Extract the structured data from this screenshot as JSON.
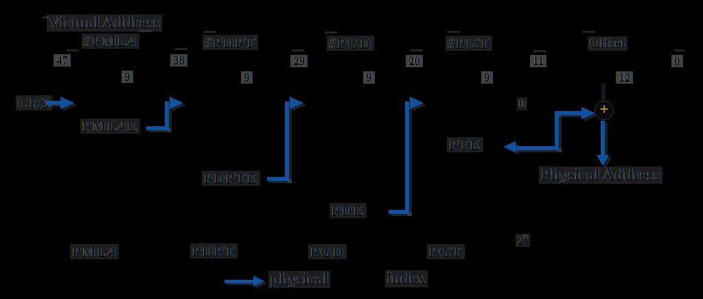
{
  "title": "Virtual Address",
  "va_fields": [
    {
      "label": "#PML4",
      "bit": "47",
      "width": "9"
    },
    {
      "label": "#PDPT",
      "bit": "38",
      "width": "9"
    },
    {
      "label": "#PGD",
      "bit": "29",
      "width": "9"
    },
    {
      "label": "#PGT",
      "bit": "20",
      "width": "9"
    },
    {
      "label": "Offset",
      "bit": "11",
      "width": "12"
    }
  ],
  "bit_zero": "0",
  "walk": {
    "cr3": "CR3",
    "entries": [
      "PML4E",
      "PDPTE",
      "PDE",
      "PTE"
    ],
    "zero_suffix": "0",
    "plus": "+",
    "physical_address": "Physical Address"
  },
  "tables": [
    "PML4",
    "PDPT",
    "PGD",
    "PGT"
  ],
  "table_size": {
    "base": "2",
    "exponent": "9"
  },
  "legend": {
    "physical": "physical",
    "index": "index"
  },
  "colors": {
    "background": "#000000",
    "arrow_blue": "#0f52a2",
    "plus_gold": "#b8962a",
    "text_dark": "#0e1626"
  }
}
